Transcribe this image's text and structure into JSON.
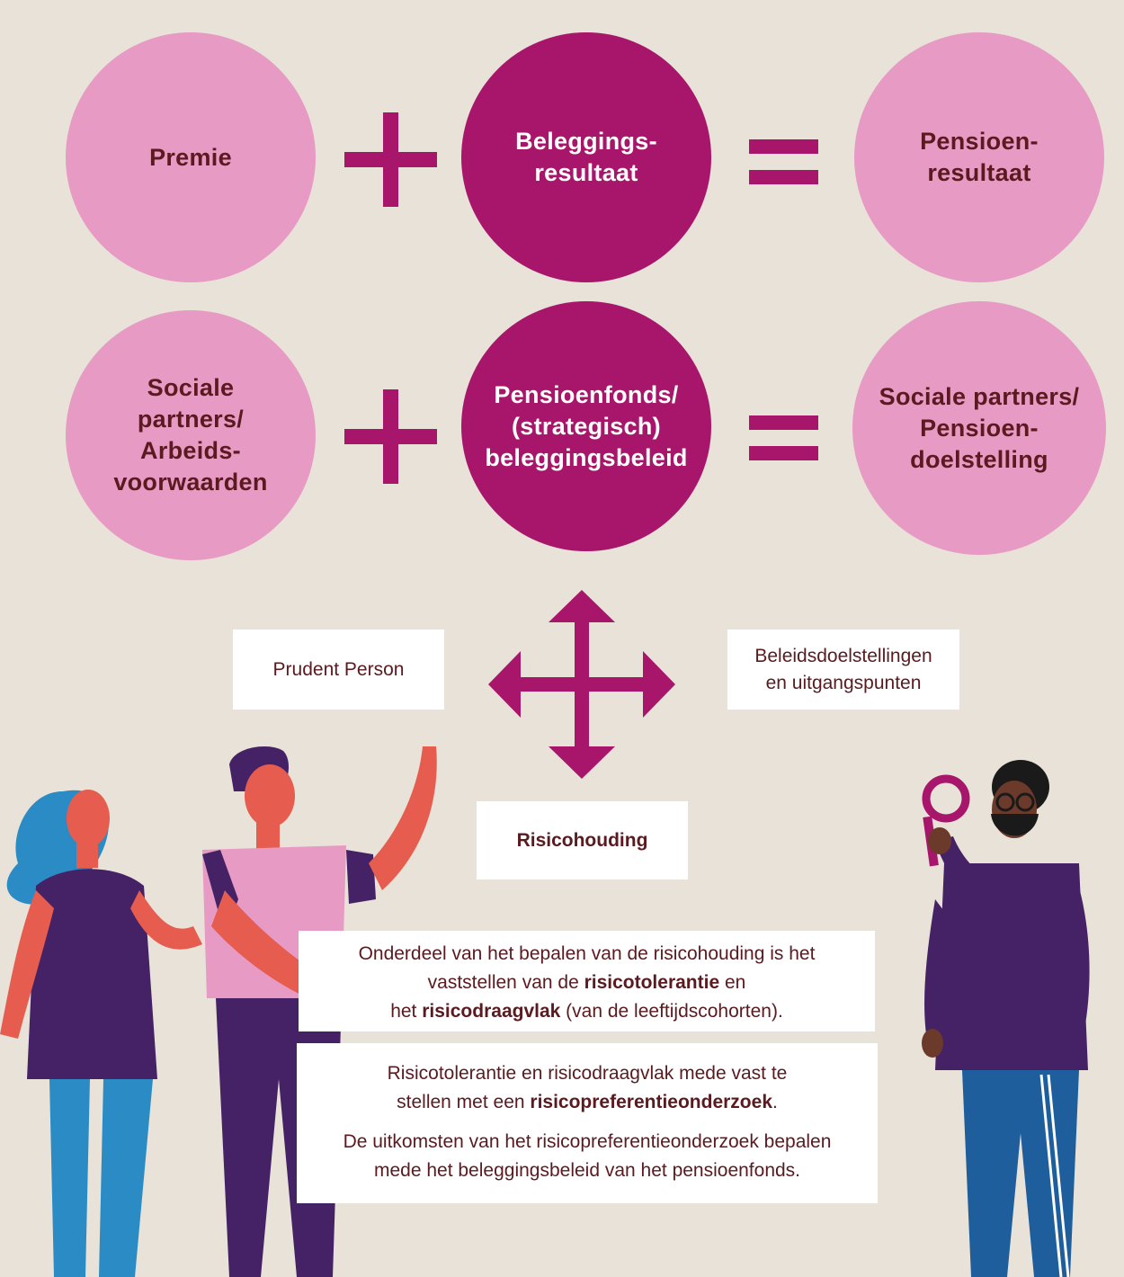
{
  "row1": {
    "left": "Premie",
    "center": "Beleggings-\nresultaat",
    "right": "Pensioen-\nresultaat"
  },
  "row2": {
    "left": "Sociale\npartners/\nArbeids-\nvoorwaarden",
    "center": "Pensioenfonds/\n(strategisch)\nbeleggingsbeleid",
    "right": "Sociale partners/\nPensioen-\ndoelstelling"
  },
  "boxes": {
    "prudent": "Prudent Person",
    "beleid": "Beleidsdoelstellingen\nen uitgangspunten",
    "risico": "Risicohouding"
  },
  "info1": {
    "line1": "Onderdeel van het bepalen van de risicohouding is het",
    "line2_pre": "vaststellen van de ",
    "line2_bold": "risicotolerantie",
    "line2_post": " en",
    "line3_pre": "het ",
    "line3_bold": "risicodraagvlak",
    "line3_post": " (van de leeftijdscohorten)."
  },
  "info2": {
    "line1": "Risicotolerantie en risicodraagvlak mede vast te",
    "line2_pre": "stellen met een ",
    "line2_bold": "risicopreferentieonderzoek",
    "line2_post": ".",
    "line3": "De uitkomsten van het risicopreferentieonderzoek bepalen",
    "line4": "mede het beleggingsbeleid van het pensioenfonds."
  },
  "colors": {
    "background": "#e8e2d8",
    "light_pink": "#e79ac3",
    "magenta": "#a8166b",
    "text": "#5a1a1f"
  }
}
